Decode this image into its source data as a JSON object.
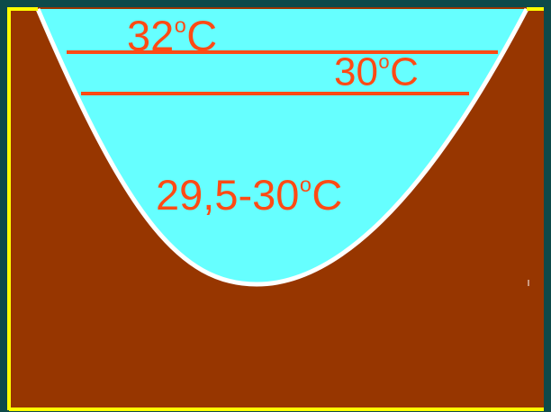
{
  "diagram": {
    "labels": {
      "surface": {
        "value": "32",
        "degree": "o",
        "unit": "C"
      },
      "middle": {
        "value": "30",
        "degree": "o",
        "unit": "C"
      },
      "deep": {
        "value": "29,5-30",
        "degree": "o",
        "unit": "C"
      }
    },
    "colors": {
      "background": "#0d4a4a",
      "border": "#ffff00",
      "ground": "#973600",
      "water": "#66ffff",
      "shoreline": "#ffffff",
      "thermocline_line": "#ff4a14",
      "label_text": "#ff4a14"
    }
  }
}
